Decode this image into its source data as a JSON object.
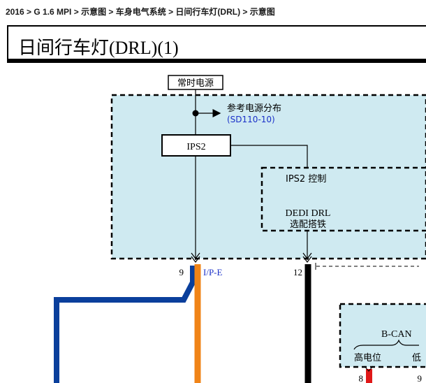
{
  "breadcrumb": {
    "text": "2016 > G 1.6 MPI > 示意图 > 车身电气系统 > 日间行车灯(DRL) > 示意图"
  },
  "page": {
    "title": "日间行车灯(DRL)(1)"
  },
  "diagram": {
    "power_source": "常时电源",
    "ref_label": "参考电源分布",
    "ref_link": "(SD110-10)",
    "ips2": "IPS2",
    "ips2_control": "IPS2 控制",
    "dedi_line1": "DEDI DRL",
    "dedi_line2": "选配搭铁",
    "pin_9": "9",
    "pin_9_label": "I/P-E",
    "pin_12": "12",
    "bcan": "B-CAN",
    "high_label": "高电位",
    "low_partial": "低",
    "pin_8": "8",
    "pin_9b": "9"
  },
  "colors": {
    "module_fill": "#cfeaf1",
    "wire_orange": "#f08418",
    "wire_blue": "#0a3f9c",
    "wire_black": "#000000",
    "wire_red": "#e01818",
    "link_blue": "#1a30c8"
  }
}
